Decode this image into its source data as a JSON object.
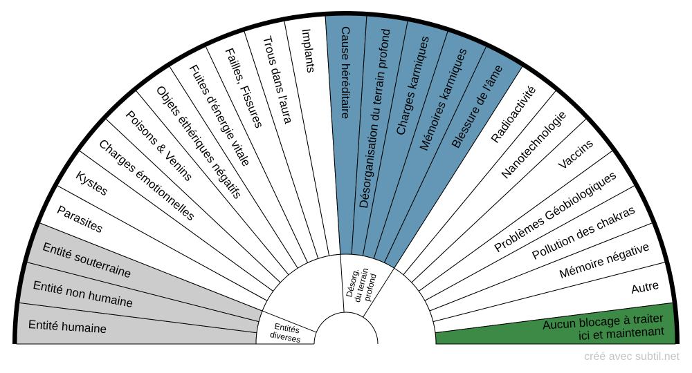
{
  "colors": {
    "background": "#ffffff",
    "sector_default": "#ffffff",
    "gray_group": "#cccccc",
    "blue_group": "#6397b5",
    "green_group": "#3c8a46",
    "rim": "#000000",
    "stroke": "#000000",
    "credit_text": "#c4c4c4"
  },
  "outer_sectors": [
    {
      "label": "Entité humaine",
      "fill": "gray"
    },
    {
      "label": "Entité non humaine",
      "fill": "gray"
    },
    {
      "label": "Entité souterraine",
      "fill": "gray"
    },
    {
      "label": "Parasites",
      "fill": "white"
    },
    {
      "label": "Kystes",
      "fill": "white"
    },
    {
      "label": "Charges émotionnelles",
      "fill": "white"
    },
    {
      "label": "Poisons & Venins",
      "fill": "white"
    },
    {
      "label": "Objets éthériques négatifs",
      "fill": "white"
    },
    {
      "label": "Fuites d'énergie vitale",
      "fill": "white"
    },
    {
      "label": "Failles, Fissures",
      "fill": "white"
    },
    {
      "label": "Trous dans l'aura",
      "fill": "white"
    },
    {
      "label": "Implants",
      "fill": "white"
    },
    {
      "label": "Cause héréditaire",
      "fill": "blue"
    },
    {
      "label": "Désorganisation du terrain profond",
      "fill": "blue"
    },
    {
      "label": "Charges karmiques",
      "fill": "blue"
    },
    {
      "label": "Mémoires karmiques",
      "fill": "blue"
    },
    {
      "label": "Blessure de l'âme",
      "fill": "blue"
    },
    {
      "label": "Radioactivité",
      "fill": "white"
    },
    {
      "label": "Nanotechnologie",
      "fill": "white"
    },
    {
      "label": "Vaccins",
      "fill": "white"
    },
    {
      "label": "Problèmes Géobiologiques",
      "fill": "white"
    },
    {
      "label": "Pollution des chakras",
      "fill": "white"
    },
    {
      "label": "Mémoire négative",
      "fill": "white"
    },
    {
      "label": "Autre",
      "fill": "white"
    },
    {
      "label": "Aucun blocage à traiter\nici et maintenant",
      "fill": "green"
    }
  ],
  "inner_sectors": [
    {
      "label": "Entités\ndiverses",
      "span": [
        0,
        3
      ]
    },
    {
      "label": "Désorg.\ndu terrain\nprofond",
      "span": [
        12,
        17
      ]
    }
  ],
  "footer": {
    "credit": "créé avec subtil.net"
  }
}
